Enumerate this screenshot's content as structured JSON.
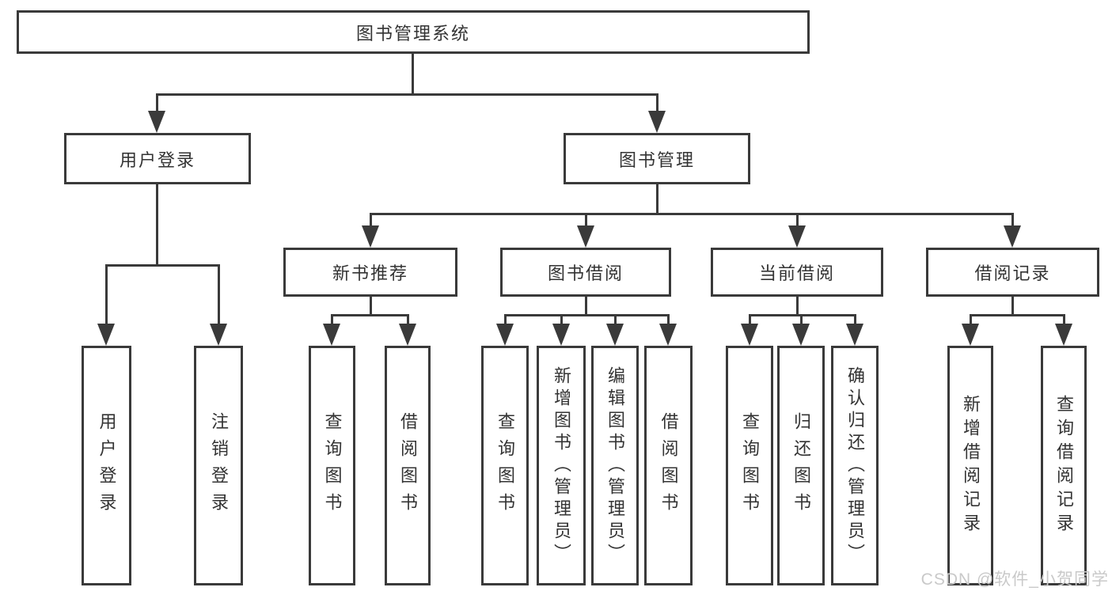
{
  "tree": {
    "label": "图书管理系统",
    "children": [
      {
        "label": "用户登录",
        "children": [
          {
            "label": "用户登录"
          },
          {
            "label": "注销登录"
          }
        ]
      },
      {
        "label": "图书管理",
        "children": [
          {
            "label": "新书推荐",
            "children": [
              {
                "label": "查询图书"
              },
              {
                "label": "借阅图书"
              }
            ]
          },
          {
            "label": "图书借阅",
            "children": [
              {
                "label": "查询图书"
              },
              {
                "label": "新增图书（管理员）"
              },
              {
                "label": "编辑图书（管理员）"
              },
              {
                "label": "借阅图书"
              }
            ]
          },
          {
            "label": "当前借阅",
            "children": [
              {
                "label": "查询图书"
              },
              {
                "label": "归还图书"
              },
              {
                "label": "确认归还（管理员）"
              }
            ]
          },
          {
            "label": "借阅记录",
            "children": [
              {
                "label": "新增借阅记录"
              },
              {
                "label": "查询借阅记录"
              }
            ]
          }
        ]
      }
    ]
  },
  "watermark": {
    "text": "CSDN @软件_小贺同学"
  },
  "style": {
    "line_color": "#3a3a3a",
    "text_color": "#333333",
    "watermark_color": "#c9c9c9",
    "background": "#ffffff"
  }
}
